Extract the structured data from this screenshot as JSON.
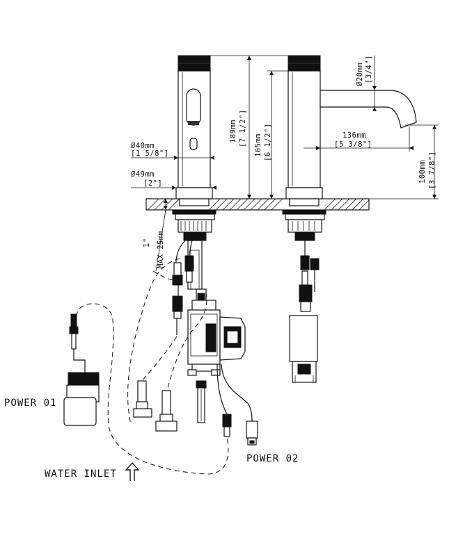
{
  "dimensions": {
    "dia40_mm": "Ø40mm",
    "dia40_in": "[1 5/8\"]",
    "dia49_mm": "Ø49mm",
    "dia49_in": "[2\"]",
    "max25": "MAX 25mm",
    "max1": "1\"",
    "h189_mm": "189mm",
    "h189_in": "[7 1/2\"]",
    "h165_mm": "165mm",
    "h165_in": "[6 1/2\"]",
    "dia20_mm": "Ø20mm",
    "dia20_in": "[3/4\"]",
    "w136_mm": "136mm",
    "w136_in": "[5 3/8\"]",
    "h100_mm": "100mm",
    "h100_in": "[3 7/8\"]"
  },
  "labels": {
    "power01": "POWER 01",
    "power02": "POWER 02",
    "water_inlet": "WATER INLET"
  },
  "icons": {
    "arrow": "up-arrow-icon"
  }
}
